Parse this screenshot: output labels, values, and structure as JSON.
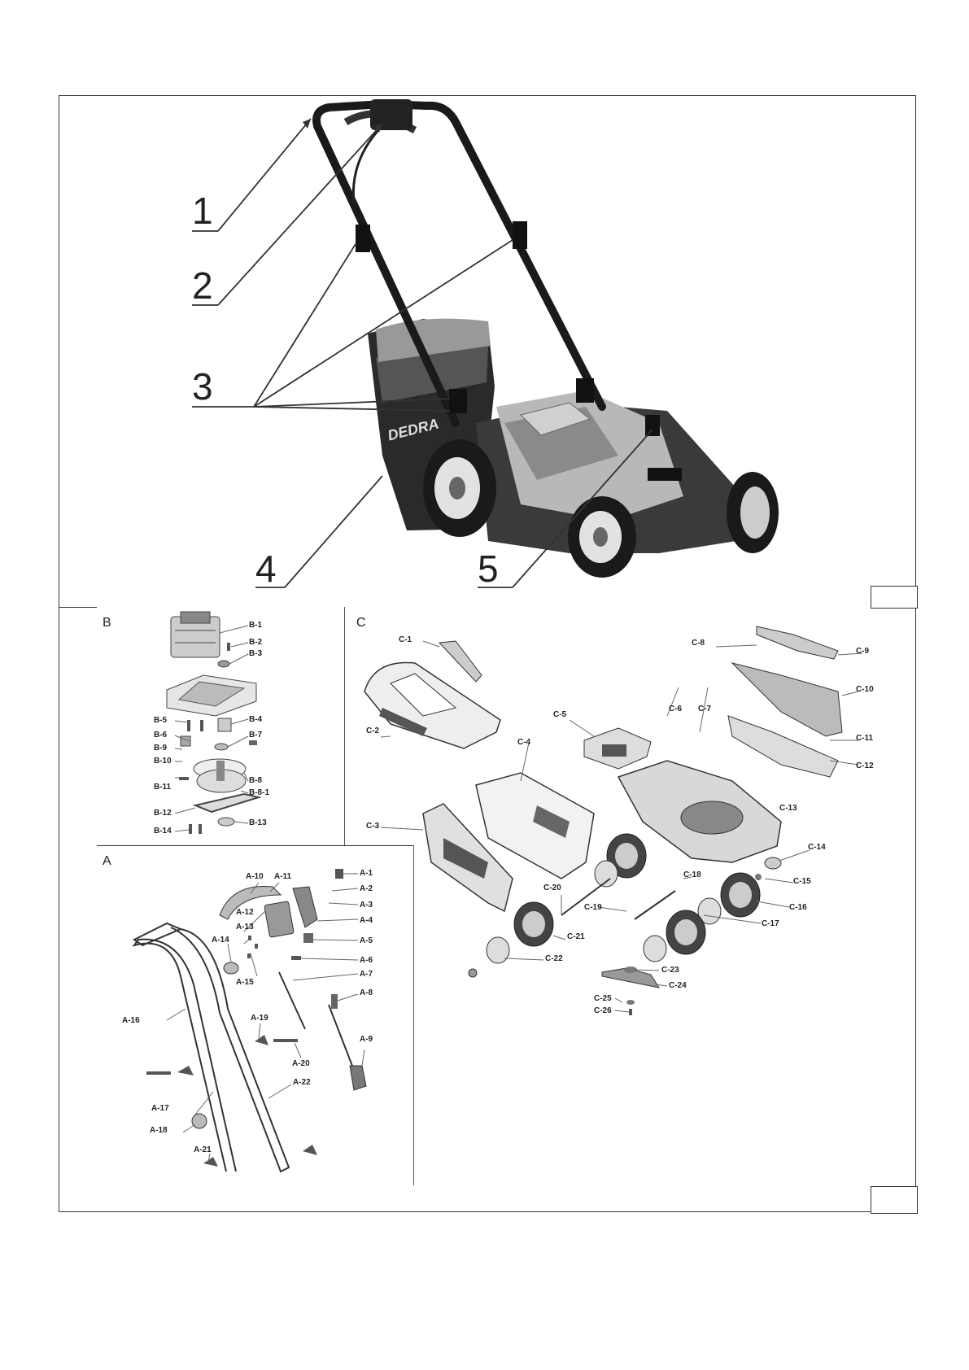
{
  "callouts": [
    "1",
    "2",
    "3",
    "4",
    "5"
  ],
  "brand": {
    "text": "DEDRA"
  },
  "sections": {
    "B": {
      "label": "B",
      "parts": [
        "B-1",
        "B-2",
        "B-3",
        "B-4",
        "B-5",
        "B-6",
        "B-7",
        "B-8",
        "B-8-1",
        "B-9",
        "B-10",
        "B-11",
        "B-12",
        "B-13",
        "B-14"
      ]
    },
    "A": {
      "label": "A",
      "parts": [
        "A-1",
        "A-2",
        "A-3",
        "A-4",
        "A-5",
        "A-6",
        "A-7",
        "A-8",
        "A-9",
        "A-10",
        "A-11",
        "A-12",
        "A-13",
        "A-14",
        "A-15",
        "A-16",
        "A-17",
        "A-18",
        "A-19",
        "A-20",
        "A-21",
        "A-22"
      ]
    },
    "C": {
      "label": "C",
      "parts": [
        "C-1",
        "C-2",
        "C-3",
        "C-4",
        "C-5",
        "C-6",
        "C-7",
        "C-8",
        "C-9",
        "C-10",
        "C-11",
        "C-12",
        "C-13",
        "C-14",
        "C-15",
        "C-16",
        "C-17",
        "C-18",
        "C-19",
        "C-20",
        "C-21",
        "C-22",
        "C-23",
        "C-24",
        "C-25",
        "C-26"
      ]
    }
  }
}
